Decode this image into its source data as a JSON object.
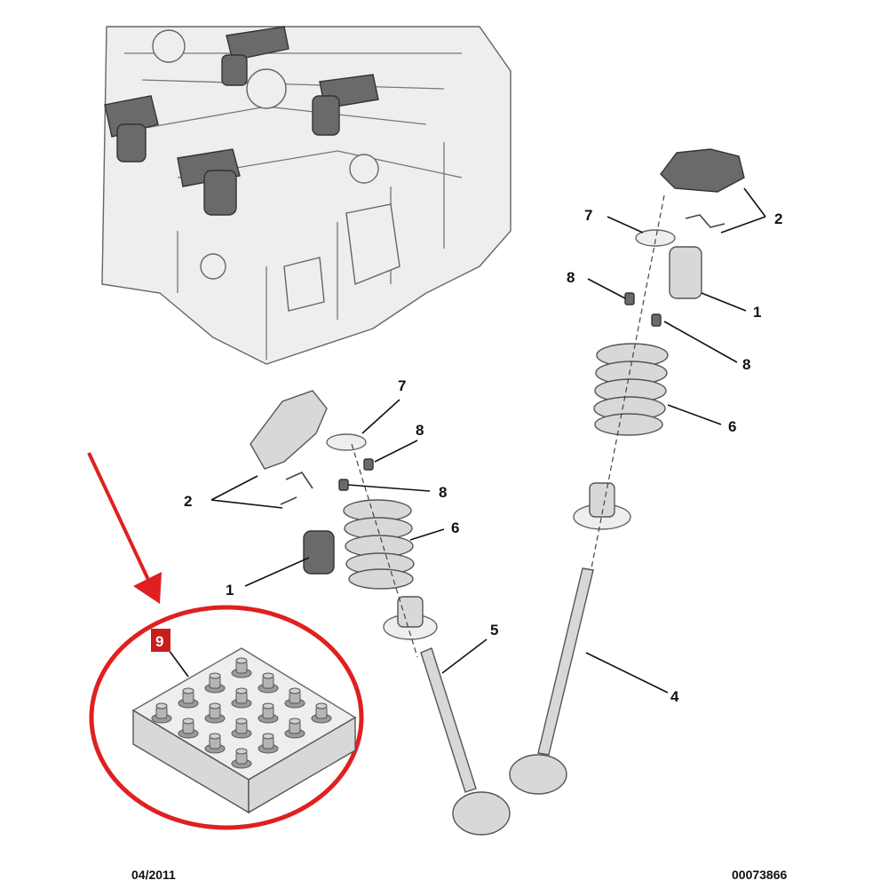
{
  "callouts": {
    "c1_top": "1",
    "c1_bottom": "1",
    "c2_top": "2",
    "c2_bottom": "2",
    "c4": "4",
    "c5": "5",
    "c6_top": "6",
    "c6_bottom": "6",
    "c7_top": "7",
    "c7_bottom": "7",
    "c8_top_a": "8",
    "c8_top_b": "8",
    "c8_mid_a": "8",
    "c8_mid_b": "8",
    "c9_badge": "9"
  },
  "footer": {
    "date": "04/2011",
    "reference": "00073866"
  },
  "colors": {
    "highlight": "#e02020",
    "badge": "#c81e1e",
    "parts": "#d8d8d8",
    "dark_parts": "#5a5a5a"
  }
}
